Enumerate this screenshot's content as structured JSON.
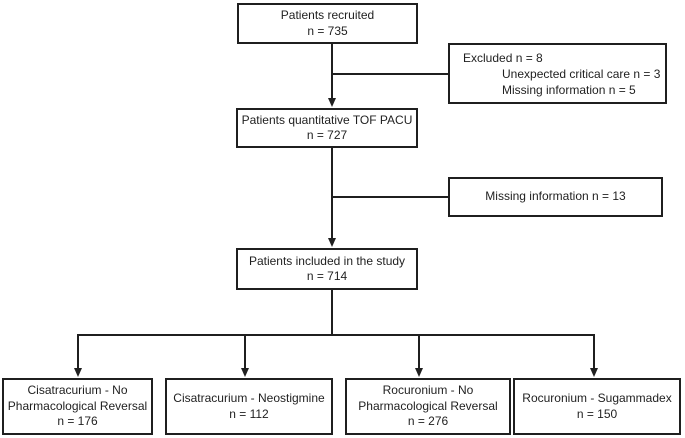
{
  "flowchart": {
    "recruited": {
      "label": "Patients recruited",
      "n": "n = 735"
    },
    "excluded": {
      "title": "Excluded n = 8",
      "item1": "Unexpected critical care n = 3",
      "item2": "Missing information n = 5"
    },
    "tof_pacu": {
      "label": "Patients quantitative TOF PACU",
      "n": "n = 727"
    },
    "missing_info": {
      "label": "Missing information n = 13"
    },
    "included": {
      "label": "Patients included in the study",
      "n": "n = 714"
    },
    "groups": {
      "cis_no_reversal": {
        "label": "Cisatracurium - No Pharmacological Reversal",
        "n": "n = 176"
      },
      "cis_neostigmine": {
        "label": "Cisatracurium - Neostigmine",
        "n": "n = 112"
      },
      "roc_no_reversal": {
        "label": "Rocuronium - No Pharmacological Reversal",
        "n": "n = 276"
      },
      "roc_sugammadex": {
        "label": "Rocuronium - Sugammadex",
        "n": "n = 150"
      }
    },
    "colors": {
      "line": "#1f1f1f",
      "text": "#1f1f1f",
      "background": "#ffffff"
    }
  }
}
